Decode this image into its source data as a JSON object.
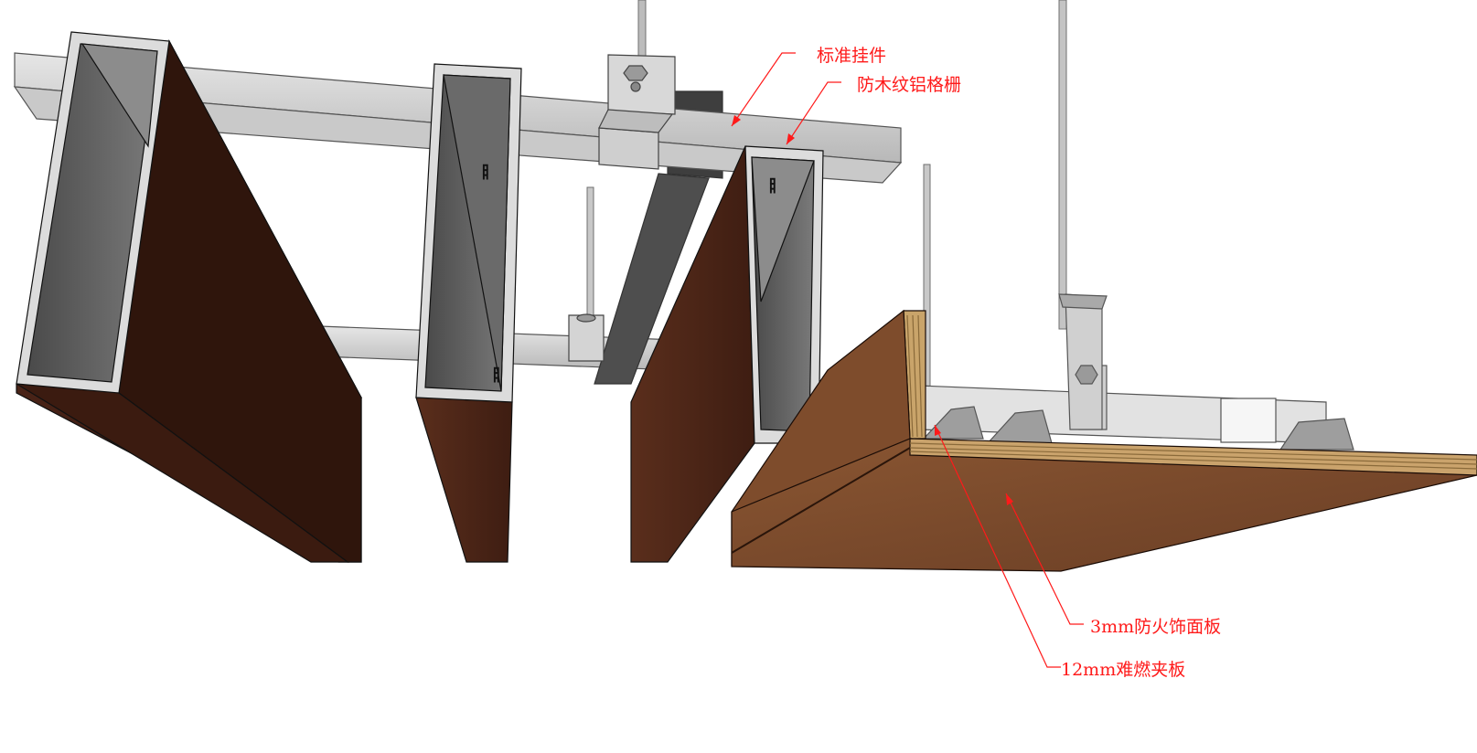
{
  "diagram": {
    "annotations": {
      "hanger": "标准挂件",
      "grille": "防木纹铝格栅",
      "veneer": "3mm防火饰面板",
      "plywood": "12mm难燃夹板"
    },
    "colors": {
      "leader": "#ff1a1a",
      "metal_light": "#d4d4d4",
      "metal_mid": "#bdbdbd",
      "metal_dark": "#5a5a5a",
      "wood_dark": "#3a1c12",
      "wood_panel": "#7a4a2a"
    }
  }
}
